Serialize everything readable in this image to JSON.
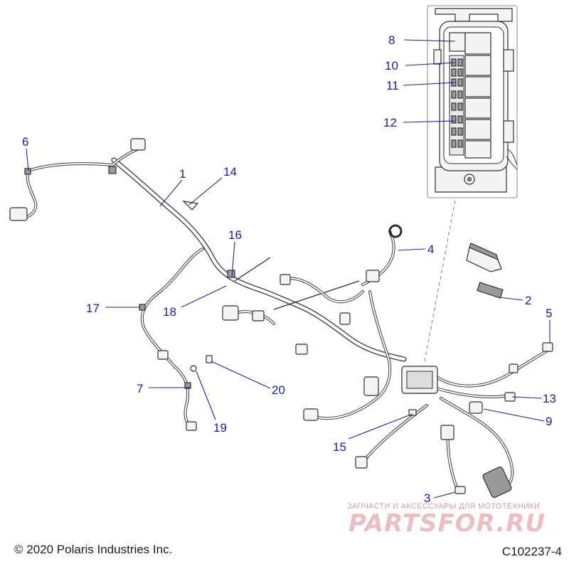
{
  "diagram": {
    "callouts": {
      "c1": "1",
      "c2": "2",
      "c3": "3",
      "c4": "4",
      "c5": "5",
      "c6": "6",
      "c7": "7",
      "c8": "8",
      "c9": "9",
      "c10": "10",
      "c11": "11",
      "c12": "12",
      "c13": "13",
      "c14": "14",
      "c15": "15",
      "c16": "16",
      "c17": "17",
      "c18": "18",
      "c19": "19",
      "c20": "20"
    },
    "callout_color": "#1a1aa8"
  },
  "footer": {
    "copyright": "© 2020 Polaris Industries Inc.",
    "drawing_code": "C102237-4"
  },
  "watermark": {
    "subtitle": "ЗАПЧАСТИ И АКСЕССУАРЫ ДЛЯ МОТОТЕХНИКИ",
    "brand": "PARTSFOR.RU",
    "color": "#e6a9b0"
  }
}
